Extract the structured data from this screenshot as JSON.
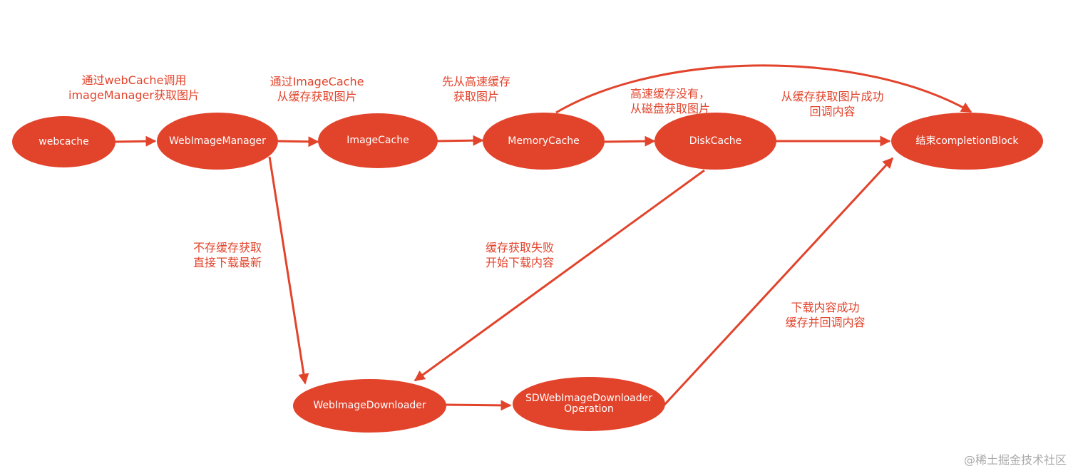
{
  "colors": {
    "accent": "#e2432b",
    "node_text": "#ffffff",
    "watermark": "#a9a9a9"
  },
  "nodes": {
    "webcache": "webcache",
    "webimagemanager": "WebImageManager",
    "imagecache": "ImageCache",
    "memorycache": "MemoryCache",
    "diskcache": "DiskCache",
    "completion": "结束completionBlock",
    "downloader": "WebImageDownloader",
    "operation_line1": "SDWebImageDownloader",
    "operation_line2": "Operation"
  },
  "labels": {
    "via_webcache": [
      "通过webCache调用",
      "imageManager获取图片"
    ],
    "via_imagecache": [
      "通过ImageCache",
      "从缓存获取图片"
    ],
    "from_memory": [
      "先从高速缓存",
      "获取图片"
    ],
    "from_disk": [
      "高速缓存没有，",
      "从磁盘获取图片"
    ],
    "cache_success": [
      "从缓存获取图片成功",
      "回调内容"
    ],
    "no_cache": [
      "不存缓存获取",
      "直接下载最新"
    ],
    "cache_fail": [
      "缓存获取失败",
      "开始下载内容"
    ],
    "download_success": [
      "下载内容成功",
      "缓存并回调内容"
    ]
  },
  "watermark": "@稀土掘金技术社区"
}
